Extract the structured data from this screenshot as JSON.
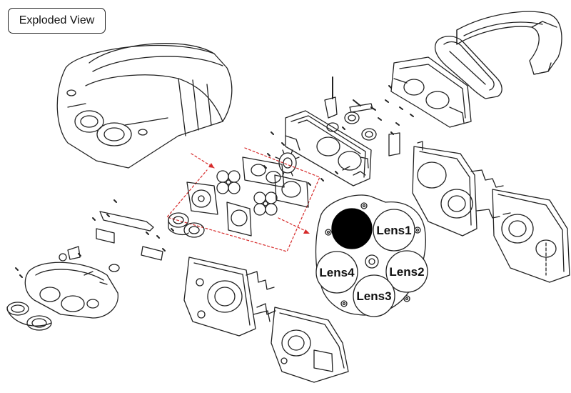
{
  "title": "Exploded View",
  "lens_labels": [
    "Lens1",
    "Lens2",
    "Lens3",
    "Lens4"
  ],
  "colors": {
    "line": "#222222",
    "callout": "#d62a2a",
    "occluded_lens": "#000000"
  },
  "icons": [
    "headset-icon",
    "strap-icon",
    "face-cushion-icon",
    "lens-holder-icon",
    "lens-wheel-icon",
    "screw-icon"
  ]
}
